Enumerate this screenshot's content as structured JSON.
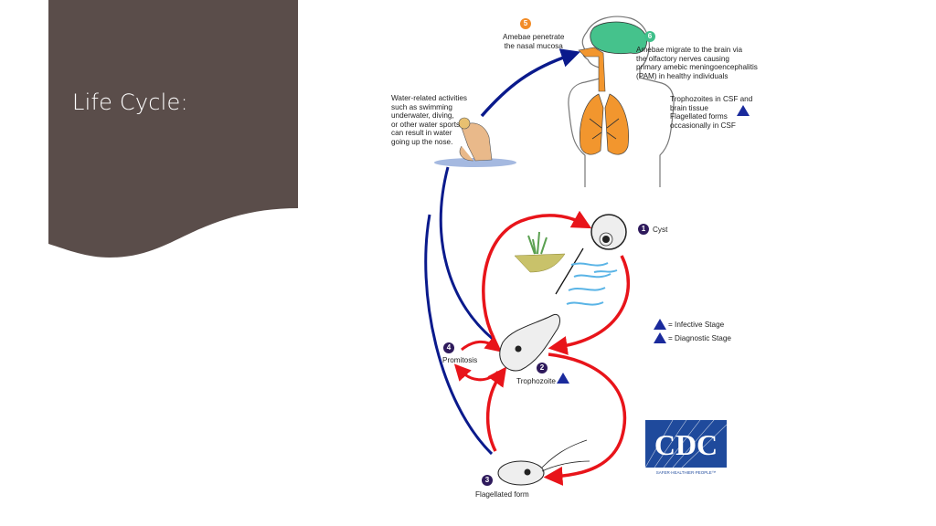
{
  "slide": {
    "title": "Life Cycle:",
    "panel_color": "#5a4d4a",
    "title_color": "#ffffff"
  },
  "diagram": {
    "arrow_colors": {
      "transmission": "#0a1a8c",
      "cycle": "#e8141a"
    },
    "stages": [
      {
        "number": "1",
        "label": "Cyst",
        "badge_color": "#2e1a5c"
      },
      {
        "number": "2",
        "label": "Trophozoite",
        "badge_color": "#2e1a5c",
        "marker": "i"
      },
      {
        "number": "3",
        "label": "Flagellated form",
        "badge_color": "#2e1a5c"
      },
      {
        "number": "4",
        "label": "Promitosis",
        "badge_color": "#2e1a5c"
      },
      {
        "number": "5",
        "label": "Amebae penetrate\nthe nasal mucosa",
        "badge_color": "#f28c28"
      },
      {
        "number": "6",
        "label": "Amebae migrate to the brain via\nthe olfactory nerves causing\nprimary amebic meningoencephalitis\n(PAM) in healthy individuals",
        "badge_color": "#3fbf8a"
      }
    ],
    "csf_note": {
      "text": "Trophozoites in CSF and\nbrain tissue\nFlagellated forms\noccasionally in CSF",
      "marker": "d"
    },
    "water_note": "Water-related activities\nsuch as swimming\nunderwater, diving,\nor other water sports\ncan result in water\ngoing up the nose.",
    "legend": [
      {
        "marker": "i",
        "label": "= Infective Stage"
      },
      {
        "marker": "d",
        "label": "= Diagnostic Stage"
      }
    ],
    "logo": {
      "text": "CDC",
      "tagline": "SAFER·HEALTHIER·PEOPLE™",
      "color": "#1f4a9c"
    }
  }
}
